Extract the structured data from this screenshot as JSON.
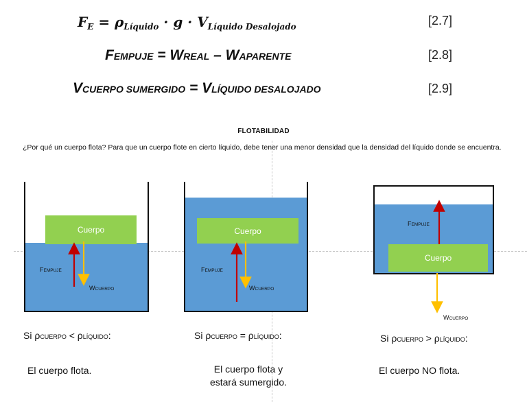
{
  "equations": [
    {
      "number": "[2.7]",
      "left": "F",
      "left_sub": "E",
      "eq": " = ",
      "rho": "ρ",
      "rho_sub": "Líquido",
      "dot1": " · ",
      "g": "g",
      "dot2": " · ",
      "v": "V",
      "v_sub": "Líquido Desalojado"
    },
    {
      "number": "[2.8]",
      "f": "F",
      "f_sc": "EMPUJE",
      "eq": " = ",
      "w1": "W",
      "w1_sc": "REAL",
      "minus": " – ",
      "w2": "W",
      "w2_sc": "APARENTE"
    },
    {
      "number": "[2.9]",
      "v1": "V",
      "v1_sc": "CUERPO SUMERGIDO",
      "eq": " = ",
      "v2": "V",
      "v2_sc": "LÍQUIDO DESALOJADO"
    }
  ],
  "section": {
    "heading": "FLOTABILIDAD",
    "question": "¿Por qué un cuerpo flota? Para que un cuerpo flote en cierto líquido, debe tener una menor densidad que la densidad del líquido donde se encuentra."
  },
  "colors": {
    "water": "#5b9bd5",
    "body": "#92d050",
    "buoyancy_arrow": "#c00000",
    "weight_arrow": "#ffc000"
  },
  "diagrams": [
    {
      "body_label": "Cuerpo",
      "force_up": "F",
      "force_up_sub": "EMPUJE",
      "force_down": "W",
      "force_down_sub": "CUERPO",
      "cond_prefix": "Si ",
      "rho1": "ρ",
      "rho1_sub": "CUERPO",
      "op": " < ",
      "rho2": "ρ",
      "rho2_sub": "LÍQUIDO",
      "colon": ":",
      "result": "El cuerpo flota."
    },
    {
      "body_label": "Cuerpo",
      "force_up": "F",
      "force_up_sub": "EMPUJE",
      "force_down": "W",
      "force_down_sub": "CUERPO",
      "cond_prefix": "Si ",
      "rho1": "ρ",
      "rho1_sub": "CUERPO",
      "op": " = ",
      "rho2": "ρ",
      "rho2_sub": "LÍQUIDO",
      "colon": ":",
      "result_line1": "El cuerpo flota y",
      "result_line2": "estará sumergido."
    },
    {
      "body_label": "Cuerpo",
      "force_up": "F",
      "force_up_sub": "EMPUJE",
      "force_down": "W",
      "force_down_sub": "CUERPO",
      "cond_prefix": "Si ",
      "rho1": "ρ",
      "rho1_sub": "CUERPO",
      "op": " > ",
      "rho2": "ρ",
      "rho2_sub": "LÍQUIDO",
      "colon": ":",
      "result": "El cuerpo NO flota."
    }
  ]
}
